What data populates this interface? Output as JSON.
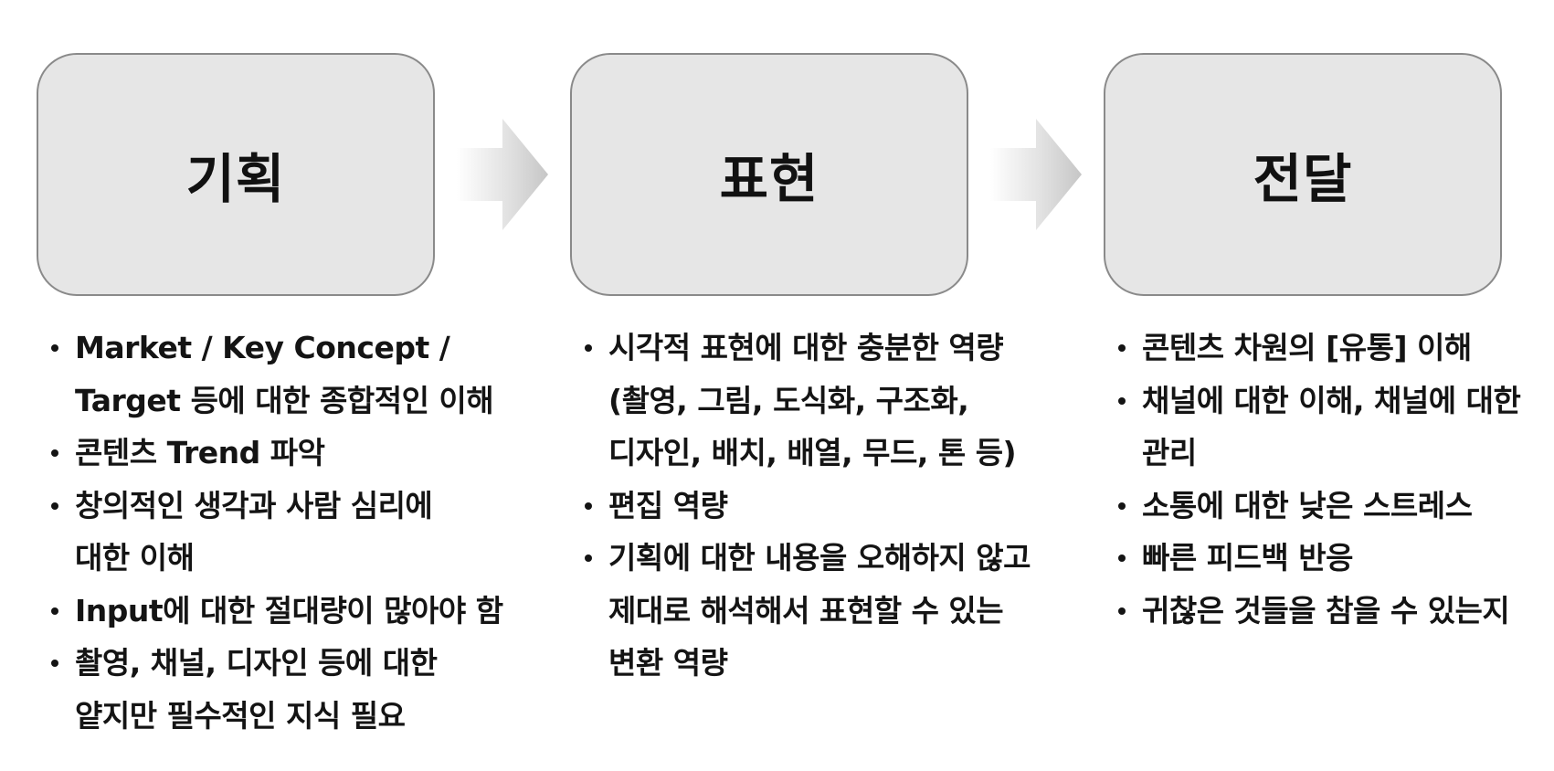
{
  "stages": [
    {
      "title": "기획",
      "bullets": [
        [
          "Market / Key Concept /",
          "Target 등에 대한 종합적인 이해"
        ],
        [
          "콘텐츠 Trend 파악"
        ],
        [
          "창의적인 생각과 사람 심리에",
          "대한 이해"
        ],
        [
          "Input에 대한 절대량이 많아야 함"
        ],
        [
          "촬영, 채널, 디자인 등에 대한",
          "얕지만 필수적인 지식 필요"
        ]
      ]
    },
    {
      "title": "표현",
      "bullets": [
        [
          "시각적 표현에 대한 충분한 역량",
          "(촬영, 그림, 도식화, 구조화,",
          "디자인, 배치, 배열, 무드, 톤 등)"
        ],
        [
          "편집 역량"
        ],
        [
          "기획에 대한 내용을 오해하지 않고",
          "제대로 해석해서 표현할 수 있는",
          "변환 역량"
        ]
      ]
    },
    {
      "title": "전달",
      "bullets": [
        [
          "콘텐츠 차원의 [유통] 이해"
        ],
        [
          "채널에 대한 이해, 채널에 대한",
          "관리"
        ],
        [
          "소통에 대한 낮은 스트레스"
        ],
        [
          "빠른 피드백 반응"
        ],
        [
          "귀찮은 것들을 참을 수 있는지"
        ]
      ]
    }
  ],
  "colors": {
    "box_fill": "#e6e6e6",
    "box_border": "#8a8a8a",
    "arrow": "#c8c8c8",
    "text": "#141414"
  }
}
